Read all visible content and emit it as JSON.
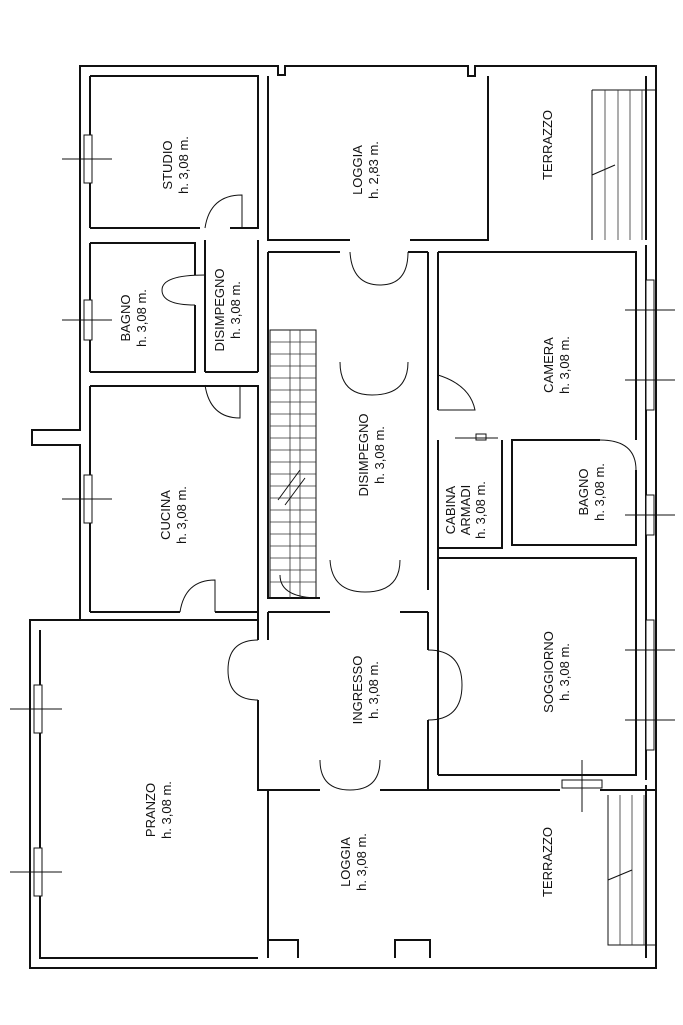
{
  "rooms": [
    {
      "key": "studio",
      "name": "STUDIO",
      "height": "h. 3,08 m."
    },
    {
      "key": "loggia_top",
      "name": "LOGGIA",
      "height": "h. 2,83 m."
    },
    {
      "key": "terrazzo_top",
      "name": "TERRAZZO",
      "height": ""
    },
    {
      "key": "bagno1",
      "name": "BAGNO",
      "height": "h. 3,08 m."
    },
    {
      "key": "disimpegno1",
      "name": "DISIMPEGNO",
      "height": "h. 3,08 m."
    },
    {
      "key": "camera",
      "name": "CAMERA",
      "height": "h. 3,08 m."
    },
    {
      "key": "cucina",
      "name": "CUCINA",
      "height": "h. 3,08 m."
    },
    {
      "key": "disimpegno2",
      "name": "DISIMPEGNO",
      "height": "h. 3,08 m."
    },
    {
      "key": "cabina",
      "name": "CABINA",
      "name2": "ARMADI",
      "height": "h. 3,08 m."
    },
    {
      "key": "bagno2",
      "name": "BAGNO",
      "height": "h. 3,08 m."
    },
    {
      "key": "ingresso",
      "name": "INGRESSO",
      "height": "h. 3,08 m."
    },
    {
      "key": "soggiorno",
      "name": "SOGGIORNO",
      "height": "h. 3,08 m."
    },
    {
      "key": "pranzo",
      "name": "PRANZO",
      "height": "h. 3,08 m."
    },
    {
      "key": "loggia_bot",
      "name": "LOGGIA",
      "height": "h. 3,08 m."
    },
    {
      "key": "terrazzo_bot",
      "name": "TERRAZZO",
      "height": ""
    }
  ]
}
